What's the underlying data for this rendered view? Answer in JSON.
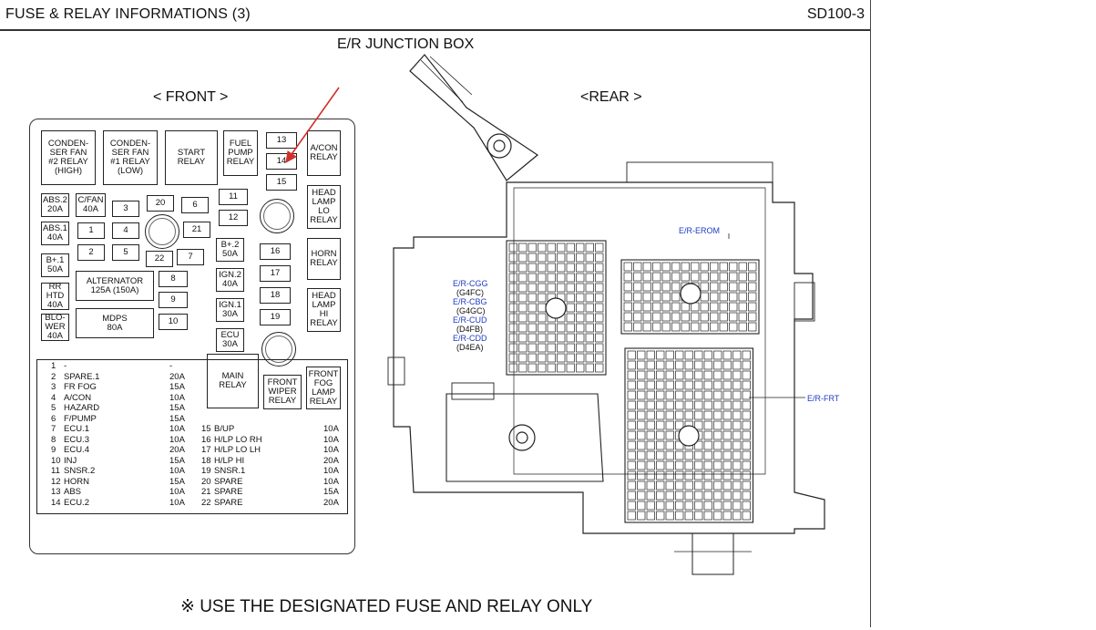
{
  "header": {
    "title": "FUSE & RELAY INFORMATIONS (3)",
    "code": "SD100-3"
  },
  "diagram_title": "E/R JUNCTION BOX",
  "front_label": "< FRONT >",
  "rear_label": "<REAR >",
  "footer_note": "※ USE THE DESIGNATED FUSE AND RELAY ONLY",
  "front_panel": {
    "relays": [
      {
        "id": "condenser-fan-2",
        "text": "CONDEN-\nSER FAN\n#2 RELAY\n(HIGH)"
      },
      {
        "id": "condenser-fan-1",
        "text": "CONDEN-\nSER FAN\n#1 RELAY\n(LOW)"
      },
      {
        "id": "start",
        "text": "START\nRELAY"
      },
      {
        "id": "fuel-pump",
        "text": "FUEL\nPUMP\nRELAY"
      },
      {
        "id": "acon",
        "text": "A/CON\nRELAY"
      },
      {
        "id": "head-lamp-lo",
        "text": "HEAD\nLAMP\nLO\nRELAY"
      },
      {
        "id": "horn",
        "text": "HORN\nRELAY"
      },
      {
        "id": "head-lamp-hi",
        "text": "HEAD\nLAMP\nHI\nRELAY"
      },
      {
        "id": "main",
        "text": "MAIN\nRELAY"
      },
      {
        "id": "front-wiper",
        "text": "FRONT\nWIPER\nRELAY"
      },
      {
        "id": "front-fog",
        "text": "FRONT\nFOG\nLAMP\nRELAY"
      }
    ],
    "fuses_large": [
      {
        "id": "abs2",
        "text": "ABS.2\n20A"
      },
      {
        "id": "cfan",
        "text": "C/FAN\n40A"
      },
      {
        "id": "abs1",
        "text": "ABS.1\n40A"
      },
      {
        "id": "bplus1",
        "text": "B+.1\n50A"
      },
      {
        "id": "rrhtd",
        "text": "RR\nHTD\n40A"
      },
      {
        "id": "blower",
        "text": "BLO-\nWER\n40A"
      },
      {
        "id": "alternator",
        "text": "ALTERNATOR\n125A (150A)"
      },
      {
        "id": "mdps",
        "text": "MDPS\n80A"
      },
      {
        "id": "bplus2",
        "text": "B+.2\n50A"
      },
      {
        "id": "ign2",
        "text": "IGN.2\n40A"
      },
      {
        "id": "ign1",
        "text": "IGN.1\n30A"
      },
      {
        "id": "ecu",
        "text": "ECU\n30A"
      }
    ],
    "fuse_numbers": [
      "1",
      "2",
      "3",
      "4",
      "5",
      "6",
      "7",
      "8",
      "9",
      "10",
      "11",
      "12",
      "13",
      "14",
      "15",
      "16",
      "17",
      "18",
      "19",
      "20",
      "21",
      "22"
    ]
  },
  "fuse_list": {
    "left": [
      {
        "no": "1",
        "name": "-",
        "amp": "-"
      },
      {
        "no": "2",
        "name": "SPARE.1",
        "amp": "20A"
      },
      {
        "no": "3",
        "name": "FR FOG",
        "amp": "15A"
      },
      {
        "no": "4",
        "name": "A/CON",
        "amp": "10A"
      },
      {
        "no": "5",
        "name": "HAZARD",
        "amp": "15A"
      },
      {
        "no": "6",
        "name": "F/PUMP",
        "amp": "15A"
      },
      {
        "no": "7",
        "name": "ECU.1",
        "amp": "10A"
      },
      {
        "no": "8",
        "name": "ECU.3",
        "amp": "10A"
      },
      {
        "no": "9",
        "name": "ECU.4",
        "amp": "20A"
      },
      {
        "no": "10",
        "name": "INJ",
        "amp": "15A"
      },
      {
        "no": "11",
        "name": "SNSR.2",
        "amp": "10A"
      },
      {
        "no": "12",
        "name": "HORN",
        "amp": "15A"
      },
      {
        "no": "13",
        "name": "ABS",
        "amp": "10A"
      },
      {
        "no": "14",
        "name": "ECU.2",
        "amp": "10A"
      }
    ],
    "right": [
      {
        "no": "15",
        "name": "B/UP",
        "amp": "10A"
      },
      {
        "no": "16",
        "name": "H/LP LO RH",
        "amp": "10A"
      },
      {
        "no": "17",
        "name": "H/LP LO LH",
        "amp": "10A"
      },
      {
        "no": "18",
        "name": "H/LP HI",
        "amp": "20A"
      },
      {
        "no": "19",
        "name": "SNSR.1",
        "amp": "10A"
      },
      {
        "no": "20",
        "name": "SPARE",
        "amp": "10A"
      },
      {
        "no": "21",
        "name": "SPARE",
        "amp": "15A"
      },
      {
        "no": "22",
        "name": "SPARE",
        "amp": "20A"
      }
    ]
  },
  "rear_connectors": {
    "erom": "E/R-EROM",
    "frt": "E/R-FRT",
    "list": [
      {
        "id": "cgg",
        "name": "E/R-CGG",
        "engine": "(G4FC)"
      },
      {
        "id": "cbg",
        "name": "E/R-CBG",
        "engine": "(G4GC)"
      },
      {
        "id": "cud",
        "name": "E/R-CUD",
        "engine": "(D4FB)"
      },
      {
        "id": "cdd",
        "name": "E/R-CDD",
        "engine": "(D4EA)"
      }
    ]
  },
  "colors": {
    "annotation": "#1f3bc4",
    "arrow": "#d0302b",
    "line": "#222222"
  }
}
